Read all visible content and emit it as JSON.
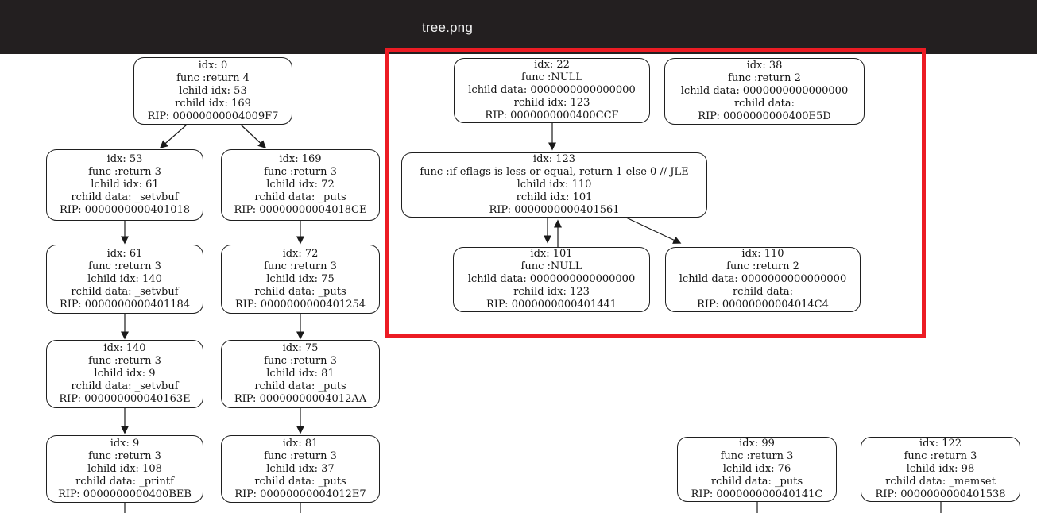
{
  "header": {
    "title": "tree.png",
    "background_color": "#231f20",
    "text_color": "#f2f2f2"
  },
  "annotation": {
    "type": "highlight-rectangle",
    "color": "#ec1c24",
    "enclosed_node_ids": [
      "22",
      "38",
      "123",
      "101",
      "110"
    ]
  },
  "graph": {
    "nodes": [
      {
        "id": "0",
        "lines": [
          "idx: 0",
          "func :return 4",
          "lchild idx: 53",
          "rchild idx: 169",
          "RIP: 00000000004009F7"
        ]
      },
      {
        "id": "53",
        "lines": [
          "idx: 53",
          "func :return 3",
          "lchild idx: 61",
          "rchild data: _setvbuf",
          "RIP: 0000000000401018"
        ]
      },
      {
        "id": "169",
        "lines": [
          "idx: 169",
          "func :return 3",
          "lchild idx: 72",
          "rchild data: _puts",
          "RIP: 00000000004018CE"
        ]
      },
      {
        "id": "61",
        "lines": [
          "idx: 61",
          "func :return 3",
          "lchild idx: 140",
          "rchild data: _setvbuf",
          "RIP: 0000000000401184"
        ]
      },
      {
        "id": "72",
        "lines": [
          "idx: 72",
          "func :return 3",
          "lchild idx: 75",
          "rchild data: _puts",
          "RIP: 0000000000401254"
        ]
      },
      {
        "id": "140",
        "lines": [
          "idx: 140",
          "func :return 3",
          "lchild idx: 9",
          "rchild data: _setvbuf",
          "RIP: 000000000040163E"
        ]
      },
      {
        "id": "75",
        "lines": [
          "idx: 75",
          "func :return 3",
          "lchild idx: 81",
          "rchild data: _puts",
          "RIP: 00000000004012AA"
        ]
      },
      {
        "id": "9",
        "lines": [
          "idx: 9",
          "func :return 3",
          "lchild idx: 108",
          "rchild data: _printf",
          "RIP: 0000000000400BEB"
        ]
      },
      {
        "id": "81",
        "lines": [
          "idx: 81",
          "func :return 3",
          "lchild idx: 37",
          "rchild data: _puts",
          "RIP: 00000000004012E7"
        ]
      },
      {
        "id": "22",
        "lines": [
          "idx: 22",
          "func :NULL",
          "lchild data: 0000000000000000",
          "rchild idx: 123",
          "RIP: 0000000000400CCF"
        ]
      },
      {
        "id": "38",
        "lines": [
          "idx: 38",
          "func :return 2",
          "lchild data: 0000000000000000",
          "rchild data:",
          "RIP: 0000000000400E5D"
        ]
      },
      {
        "id": "123",
        "lines": [
          "idx: 123",
          "func :if eflags is less or equal, return 1 else 0  // JLE",
          "lchild idx: 110",
          "rchild idx: 101",
          "RIP: 0000000000401561"
        ]
      },
      {
        "id": "101",
        "lines": [
          "idx: 101",
          "func :NULL",
          "lchild data: 0000000000000000",
          "rchild idx: 123",
          "RIP: 0000000000401441"
        ]
      },
      {
        "id": "110",
        "lines": [
          "idx: 110",
          "func :return 2",
          "lchild data: 0000000000000000",
          "rchild data:",
          "RIP: 00000000004014C4"
        ]
      },
      {
        "id": "99",
        "lines": [
          "idx: 99",
          "func :return 3",
          "lchild idx: 76",
          "rchild data: _puts",
          "RIP: 000000000040141C"
        ]
      },
      {
        "id": "122",
        "lines": [
          "idx: 122",
          "func :return 3",
          "lchild idx: 98",
          "rchild data: _memset",
          "RIP: 0000000000401538"
        ]
      }
    ],
    "edges": [
      {
        "from": "0",
        "to": "53"
      },
      {
        "from": "0",
        "to": "169"
      },
      {
        "from": "53",
        "to": "61"
      },
      {
        "from": "169",
        "to": "72"
      },
      {
        "from": "61",
        "to": "140"
      },
      {
        "from": "72",
        "to": "75"
      },
      {
        "from": "140",
        "to": "9"
      },
      {
        "from": "75",
        "to": "81"
      },
      {
        "from": "22",
        "to": "123"
      },
      {
        "from": "123",
        "to": "101"
      },
      {
        "from": "101",
        "to": "123"
      },
      {
        "from": "123",
        "to": "110"
      }
    ],
    "offscreen_edge_stubs_from": [
      "9",
      "81",
      "99",
      "122"
    ]
  }
}
